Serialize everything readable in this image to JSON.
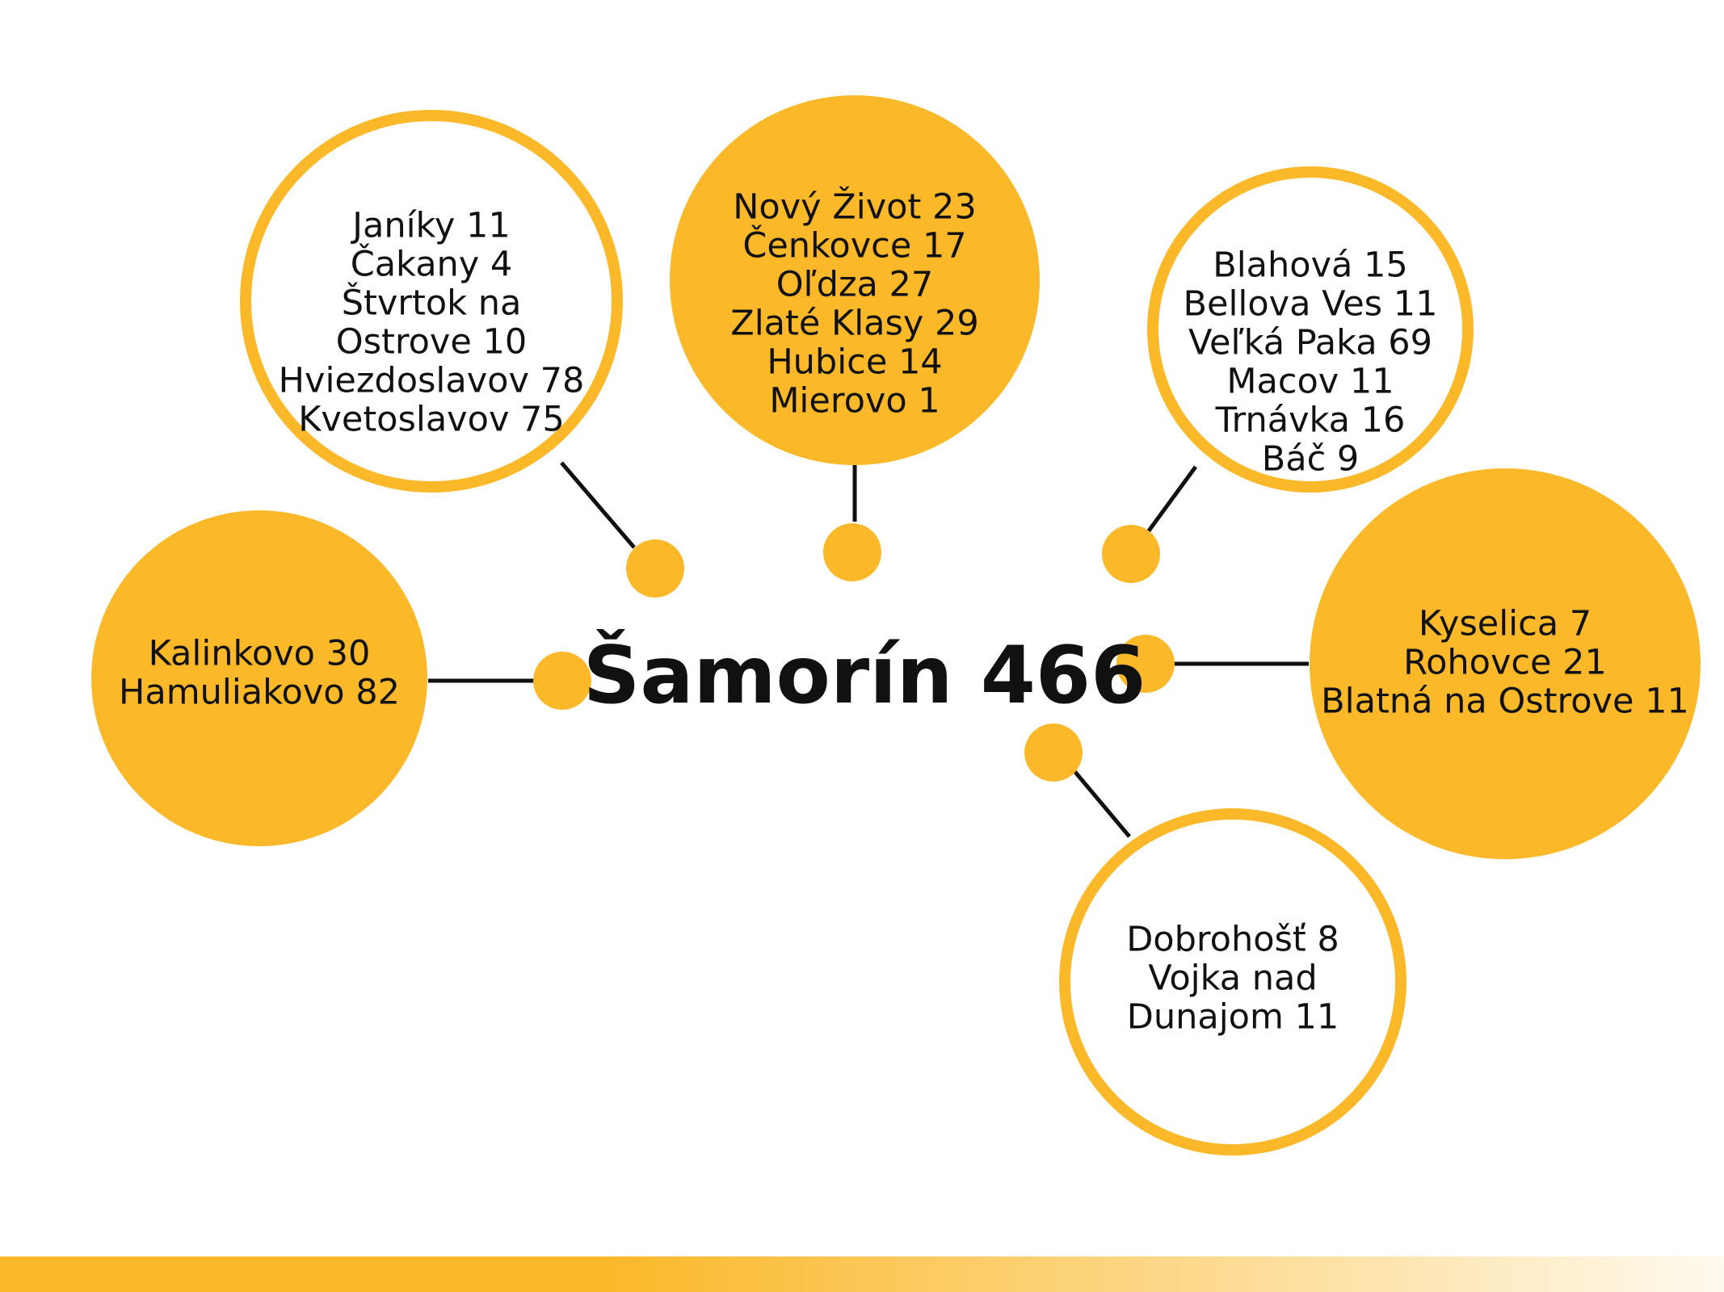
{
  "center": {
    "label": "Šamorín 466"
  },
  "colors": {
    "accent": "#FBB829",
    "text": "#111111",
    "connector": "#111111",
    "filled_background": "#FBB829",
    "outline_background": "#FFFFFF"
  },
  "groups": [
    {
      "id": "janiky",
      "style": "outline",
      "lines": [
        "Janíky 11",
        "Čakany 4",
        "Štvrtok na",
        "Ostrove 10",
        "Hviezdoslavov 78",
        "Kvetoslavov 75"
      ]
    },
    {
      "id": "novy-zivot",
      "style": "filled",
      "lines": [
        "Nový Život 23",
        "Čenkovce 17",
        "Oľdza 27",
        "Zlaté Klasy 29",
        "Hubice 14",
        "Mierovo 1"
      ]
    },
    {
      "id": "blahova",
      "style": "outline",
      "lines": [
        "Blahová 15",
        "Bellova Ves 11",
        "Veľká Paka 69",
        "Macov 11",
        "Trnávka 16",
        "Báč 9"
      ]
    },
    {
      "id": "kalinkovo",
      "style": "filled",
      "lines": [
        "Kalinkovo 30",
        "Hamuliakovo 82"
      ]
    },
    {
      "id": "kyselica",
      "style": "filled",
      "lines": [
        "Kyselica 7",
        "Rohovce 21",
        "Blatná na Ostrove 11"
      ]
    },
    {
      "id": "dobrohost",
      "style": "outline",
      "lines": [
        "Dobrohošť 8",
        "Vojka nad",
        "Dunajom 11"
      ]
    }
  ]
}
